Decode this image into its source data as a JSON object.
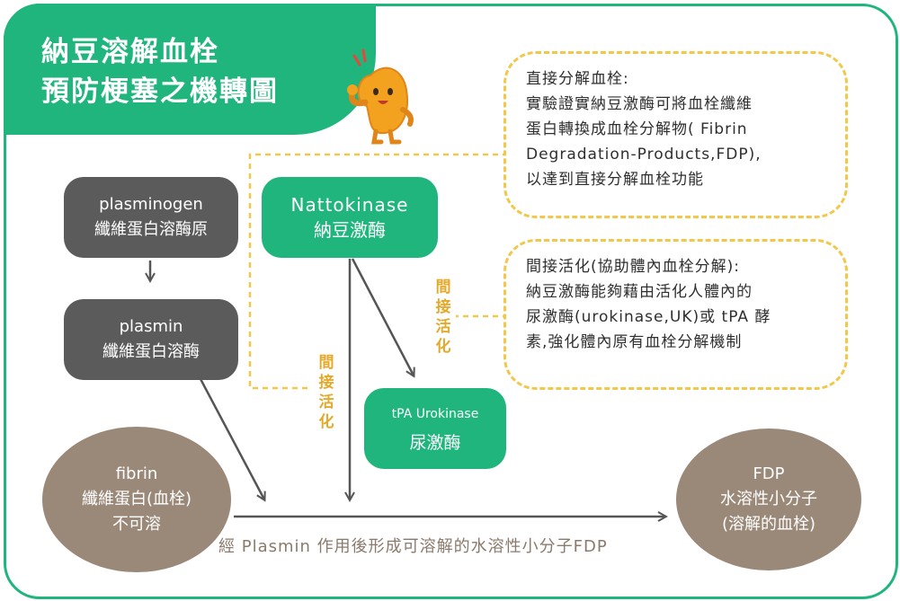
{
  "title": {
    "line1": "納豆溶解血栓",
    "line2": "預防梗塞之機轉圖"
  },
  "nodes": {
    "plasminogen": {
      "en": "plasminogen",
      "zh": "纖維蛋白溶酶原"
    },
    "plasmin": {
      "en": "plasmin",
      "zh": "纖維蛋白溶酶"
    },
    "fibrin": {
      "en": "fibrin",
      "zh1": "纖維蛋白(血栓)",
      "zh2": "不可溶"
    },
    "nattokinase": {
      "en": "Nattokinase",
      "zh": "納豆激酶"
    },
    "tpa": {
      "en": "tPA Urokinase",
      "zh": "尿激酶"
    },
    "fdp": {
      "en": "FDP",
      "zh1": "水溶性小分子",
      "zh2": "(溶解的血栓)"
    }
  },
  "notes": {
    "direct": {
      "heading": "直接分解血栓:",
      "line1": "實驗證實納豆激酶可將血栓纖維",
      "line2": "蛋白轉換成血栓分解物( Fibrin",
      "line3": "Degradation-Products,FDP),",
      "line4": "以達到直接分解血栓功能"
    },
    "indirect": {
      "heading": "間接活化(協助體內血栓分解):",
      "line1": "納豆激酶能夠藉由活化人體內的",
      "line2": "尿激酶(urokinase,UK)或 tPA 酵",
      "line3": "素,強化體內原有血栓分解機制"
    }
  },
  "labels": {
    "indirect_activation": "間接活化"
  },
  "bottom_caption": "經 Plasmin 作用後形成可溶解的水溶性小分子FDP",
  "colors": {
    "green": "#1fb57d",
    "dark_gray": "#5b5b5b",
    "brown": "#9a8878",
    "dashed_yellow": "#f1c84a",
    "label_orange": "#e4a92a",
    "arrow": "#555555"
  },
  "mascot": {
    "icon": "bean-mascot-icon"
  }
}
